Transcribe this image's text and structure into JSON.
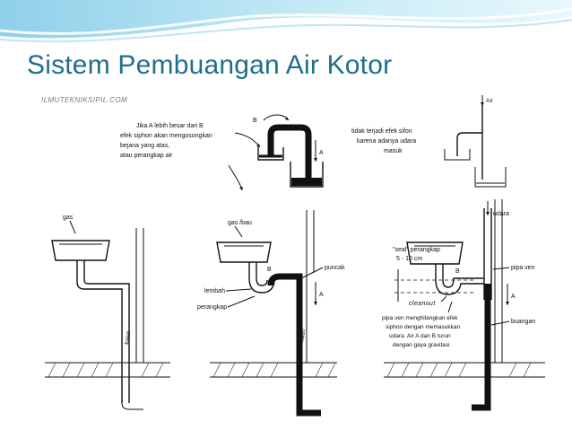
{
  "slide": {
    "title": "Sistem Pembuangan Air Kotor",
    "accent_color": "#1f6f8b"
  },
  "figure": {
    "watermark": "ILMUTEKNIKSIPIL.COM",
    "top_left_note": [
      "Jika A lebih besar dari B",
      "efek siphon akan mengosongkan",
      "bejana yang atas,",
      "atau perangkap air"
    ],
    "top_right_note": [
      "tidak terjadi efek sifon",
      "karena adanya udara",
      "masuk"
    ],
    "marks": {
      "b": "B",
      "a": "A",
      "air": "Air"
    },
    "panel1": {
      "gas": "gas",
      "pipe_text": "kaleh"
    },
    "panel2": {
      "gas_bau": "gas /bau",
      "puncak": "puncak",
      "lembah": "lembah",
      "perangkap": "perangkap",
      "pipe_text": "kaleh"
    },
    "panel3": {
      "udara": "udara",
      "seal": "\"seal\" perangkap",
      "seal_size": "5 - 10 cm",
      "pipa_ven": "pipa ven",
      "cleanout": "cleanout",
      "buangan": "buangan",
      "note": [
        "pipa ven menghilangkan efek",
        "siphon dengan memasukkan",
        "udara. Air A dan B turun",
        "dengan gaya gravitasi"
      ]
    }
  }
}
